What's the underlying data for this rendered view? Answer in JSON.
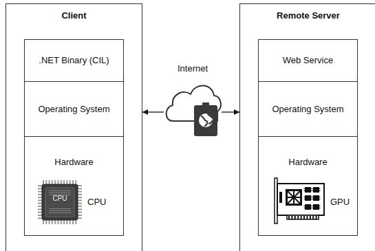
{
  "diagram": {
    "nodes": [
      {
        "text": [
          "Client"
        ]
      },
      {
        "text": [
          ".NET Binary (CIL)"
        ],
        "in": 0
      },
      {
        "text": [
          "Operating System"
        ],
        "in": 0
      },
      {
        "text": [
          "Hardware",
          "CPU"
        ],
        "in": 0
      },
      {
        "text": [
          "Remote Server"
        ]
      },
      {
        "text": [
          "Web Service"
        ],
        "in": 4
      },
      {
        "text": [
          "Operating System"
        ],
        "in": 4
      },
      {
        "text": [
          "Hardware",
          "GPU"
        ],
        "in": 4
      },
      {
        "text": [
          "Internet"
        ]
      }
    ],
    "edges": [
      {
        "from": 8,
        "to": 0,
        "arrow": "to"
      },
      {
        "from": 8,
        "to": 4,
        "arrow": "to"
      }
    ],
    "labels": [
      "CPU"
    ]
  }
}
